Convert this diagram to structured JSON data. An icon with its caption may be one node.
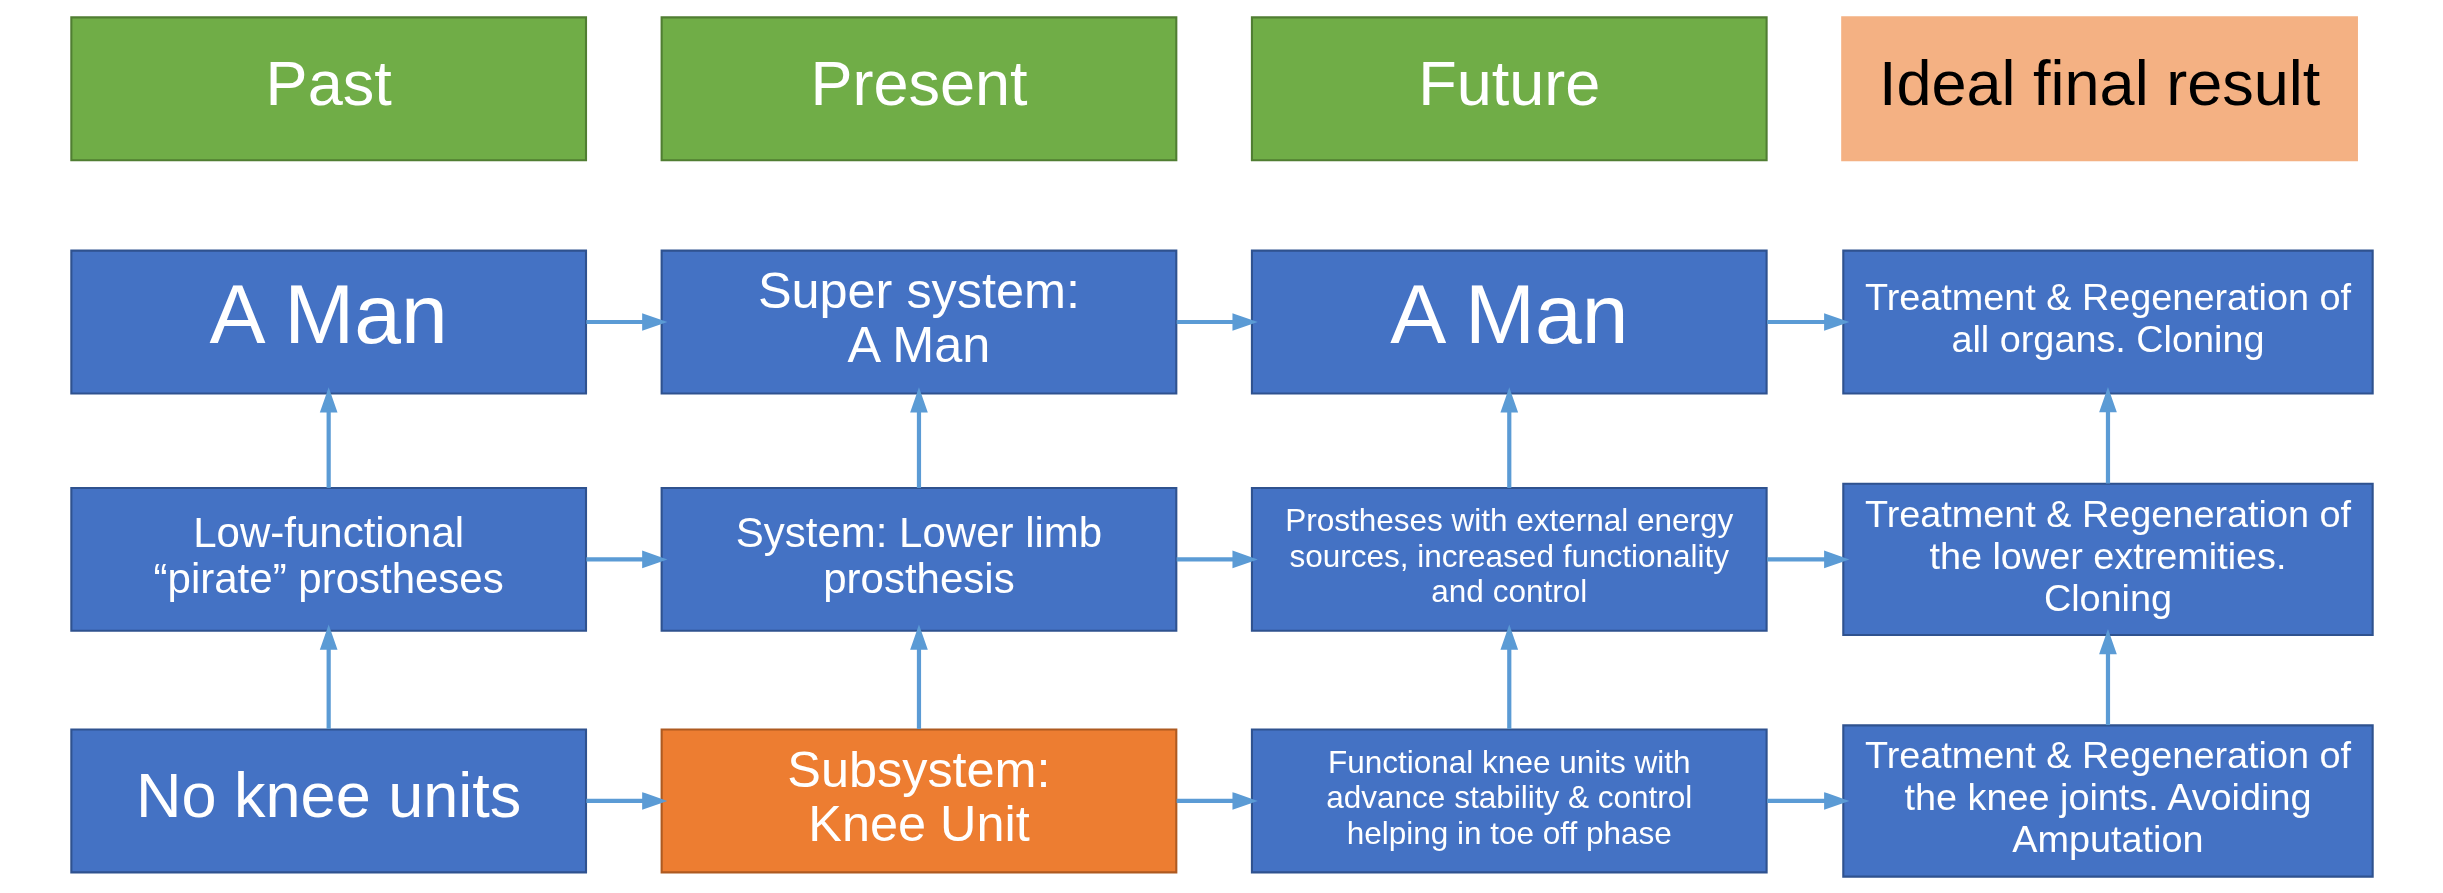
{
  "diagram": {
    "nodes": [
      {
        "text": [
          "Past"
        ]
      },
      {
        "text": [
          "Present"
        ]
      },
      {
        "text": [
          "Future"
        ]
      },
      {
        "text": [
          "Ideal final result"
        ]
      },
      {
        "text": [
          "A Man"
        ]
      },
      {
        "text": [
          "Super system: A Man"
        ]
      },
      {
        "text": [
          "A Man"
        ]
      },
      {
        "text": [
          "Treatment & Regeneration of all organs. Cloning"
        ]
      },
      {
        "text": [
          "Low-functional “pirate” prostheses"
        ]
      },
      {
        "text": [
          "System: Lower limb prosthesis"
        ]
      },
      {
        "text": [
          "Prostheses with external energy sources, increased functionality and control"
        ]
      },
      {
        "text": [
          "Treatment & Regeneration of the lower extremities. Cloning"
        ]
      },
      {
        "text": [
          "No knee units"
        ]
      },
      {
        "text": [
          "Subsystem: Knee Unit"
        ]
      },
      {
        "text": [
          "Functional knee units with advance stability & control helping in toe off phase"
        ]
      },
      {
        "text": [
          "Treatment & Regeneration of the knee joints. Avoiding Amputation"
        ]
      }
    ],
    "edges": [
      {
        "from": 4,
        "to": 5,
        "arrow": "to"
      },
      {
        "from": 5,
        "to": 6,
        "arrow": "to"
      },
      {
        "from": 6,
        "to": 7,
        "arrow": "to"
      },
      {
        "from": 8,
        "to": 9,
        "arrow": "to"
      },
      {
        "from": 9,
        "to": 10,
        "arrow": "to"
      },
      {
        "from": 10,
        "to": 11,
        "arrow": "to"
      },
      {
        "from": 12,
        "to": 13,
        "arrow": "to"
      },
      {
        "from": 13,
        "to": 14,
        "arrow": "to"
      },
      {
        "from": 14,
        "to": 15,
        "arrow": "to"
      },
      {
        "from": 12,
        "to": 8,
        "arrow": "to"
      },
      {
        "from": 8,
        "to": 4,
        "arrow": "to"
      },
      {
        "from": 13,
        "to": 9,
        "arrow": "to"
      },
      {
        "from": 9,
        "to": 5,
        "arrow": "to"
      },
      {
        "from": 14,
        "to": 10,
        "arrow": "to"
      },
      {
        "from": 10,
        "to": 6,
        "arrow": "to"
      },
      {
        "from": 15,
        "to": 11,
        "arrow": "to"
      },
      {
        "from": 11,
        "to": 7,
        "arrow": "to"
      }
    ]
  }
}
